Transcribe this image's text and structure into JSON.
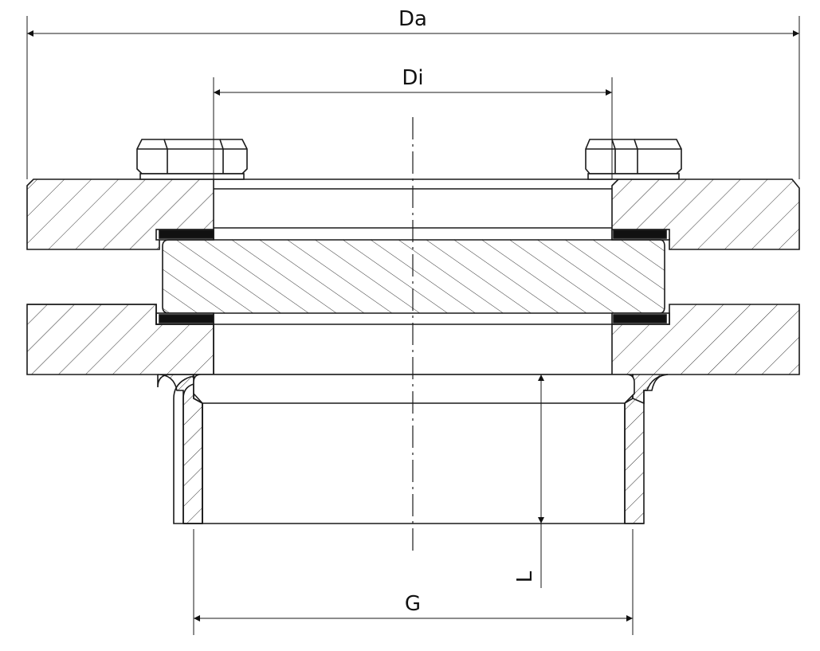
{
  "labels": {
    "outer_diameter": "Da",
    "inner_diameter": "Di",
    "thread_diameter": "G",
    "length": "L"
  },
  "colors": {
    "line": "#1a1a1a",
    "hatch": "#333333",
    "gasket": "#111111",
    "background": "#ffffff"
  }
}
